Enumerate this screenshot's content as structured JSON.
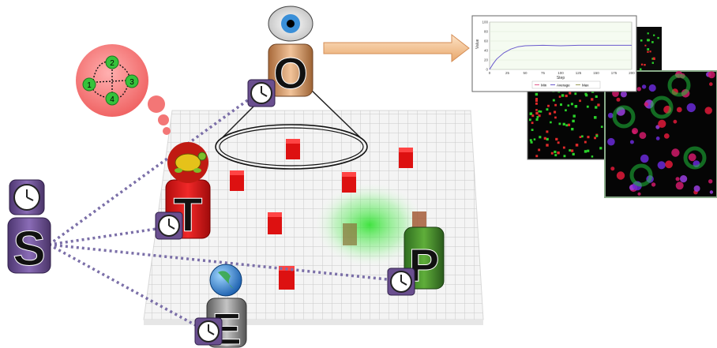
{
  "agents": {
    "observer": {
      "letter": "O",
      "icon": "eye-icon"
    },
    "turtle": {
      "letter": "T",
      "icon": "turtle-icon"
    },
    "patch": {
      "letter": "P",
      "icon": "green-glow-icon"
    },
    "environment": {
      "letter": "E",
      "icon": "globe-icon"
    },
    "scheduler": {
      "letter": "S",
      "icon": "clock-icon"
    }
  },
  "state_graph": {
    "nodes": [
      "1",
      "2",
      "3",
      "4"
    ]
  },
  "output_chart": {
    "chart_data": {
      "type": "line",
      "title": "",
      "xlabel": "Step",
      "ylabel": "Value",
      "xlim": [
        0,
        200
      ],
      "ylim": [
        0,
        100
      ],
      "x_ticks": [
        "0",
        "25",
        "50",
        "75",
        "100",
        "125",
        "150",
        "175",
        "200"
      ],
      "y_ticks": [
        "0",
        "20",
        "40",
        "60",
        "80",
        "100"
      ],
      "legend": [
        "Min",
        "Average",
        "Max"
      ],
      "series": [
        {
          "name": "Average",
          "x": [
            0,
            5,
            10,
            20,
            30,
            40,
            50,
            75,
            100,
            125,
            150,
            175,
            200
          ],
          "values": [
            0,
            12,
            22,
            35,
            43,
            48,
            50,
            51,
            50,
            51,
            51,
            51,
            51
          ]
        }
      ]
    }
  },
  "colors": {
    "red_agent": "#d81919",
    "green_patch": "#3a8a2a",
    "scheduler": "#6a4f8f",
    "observer": "#d49a6a",
    "environment": "#888888",
    "dotted_line": "#7b6fa8"
  }
}
